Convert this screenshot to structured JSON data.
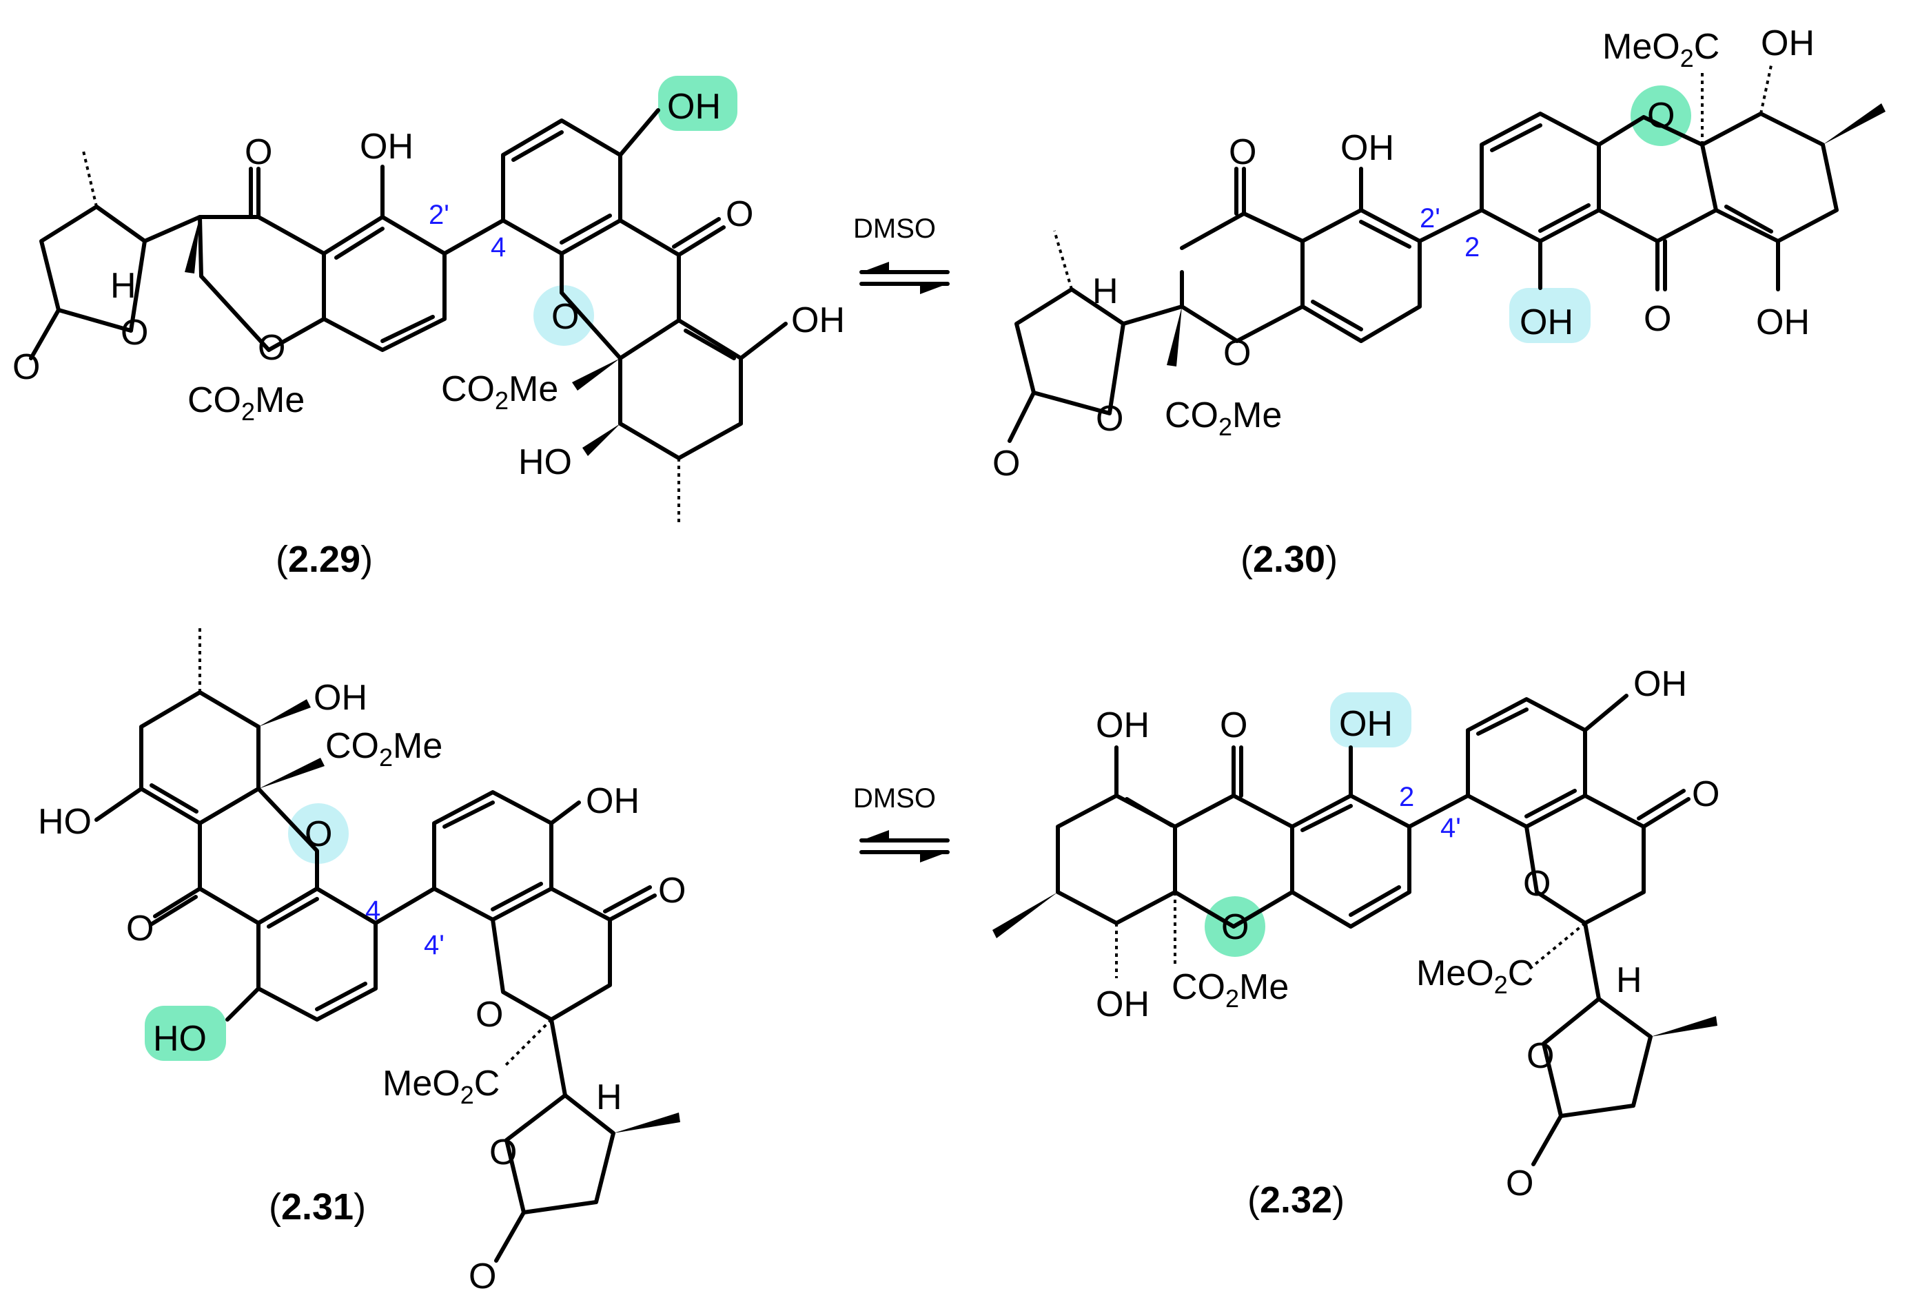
{
  "colors": {
    "position_label": "#1a1aff",
    "highlight_green": "#7deabf",
    "highlight_cyan": "#c5f1f6",
    "bonds": "#000000"
  },
  "labels": {
    "oh": "OH",
    "ho": "HO",
    "o": "O",
    "h": "H",
    "co2me_c": "CO",
    "co2me_sub": "2",
    "co2me_me": "Me",
    "meo2c_meo": "MeO",
    "meo2c_sub": "2",
    "meo2c_c": "C"
  },
  "compounds": [
    {
      "id": "2.29",
      "caption_open": "(",
      "caption_bold": "2.29",
      "caption_close": ")",
      "pos_a": "2'",
      "pos_b": "4"
    },
    {
      "id": "2.30",
      "caption_open": "(",
      "caption_bold": "2.30",
      "caption_close": ")",
      "pos_a": "2'",
      "pos_b": "2"
    },
    {
      "id": "2.31",
      "caption_open": "(",
      "caption_bold": "2.31",
      "caption_close": ")",
      "pos_a": "4",
      "pos_b": "4'"
    },
    {
      "id": "2.32",
      "caption_open": "(",
      "caption_bold": "2.32",
      "caption_close": ")",
      "pos_a": "2",
      "pos_b": "4'"
    }
  ],
  "equilibria": [
    {
      "id": "top",
      "solvent": "DMSO"
    },
    {
      "id": "bottom",
      "solvent": "DMSO"
    }
  ]
}
